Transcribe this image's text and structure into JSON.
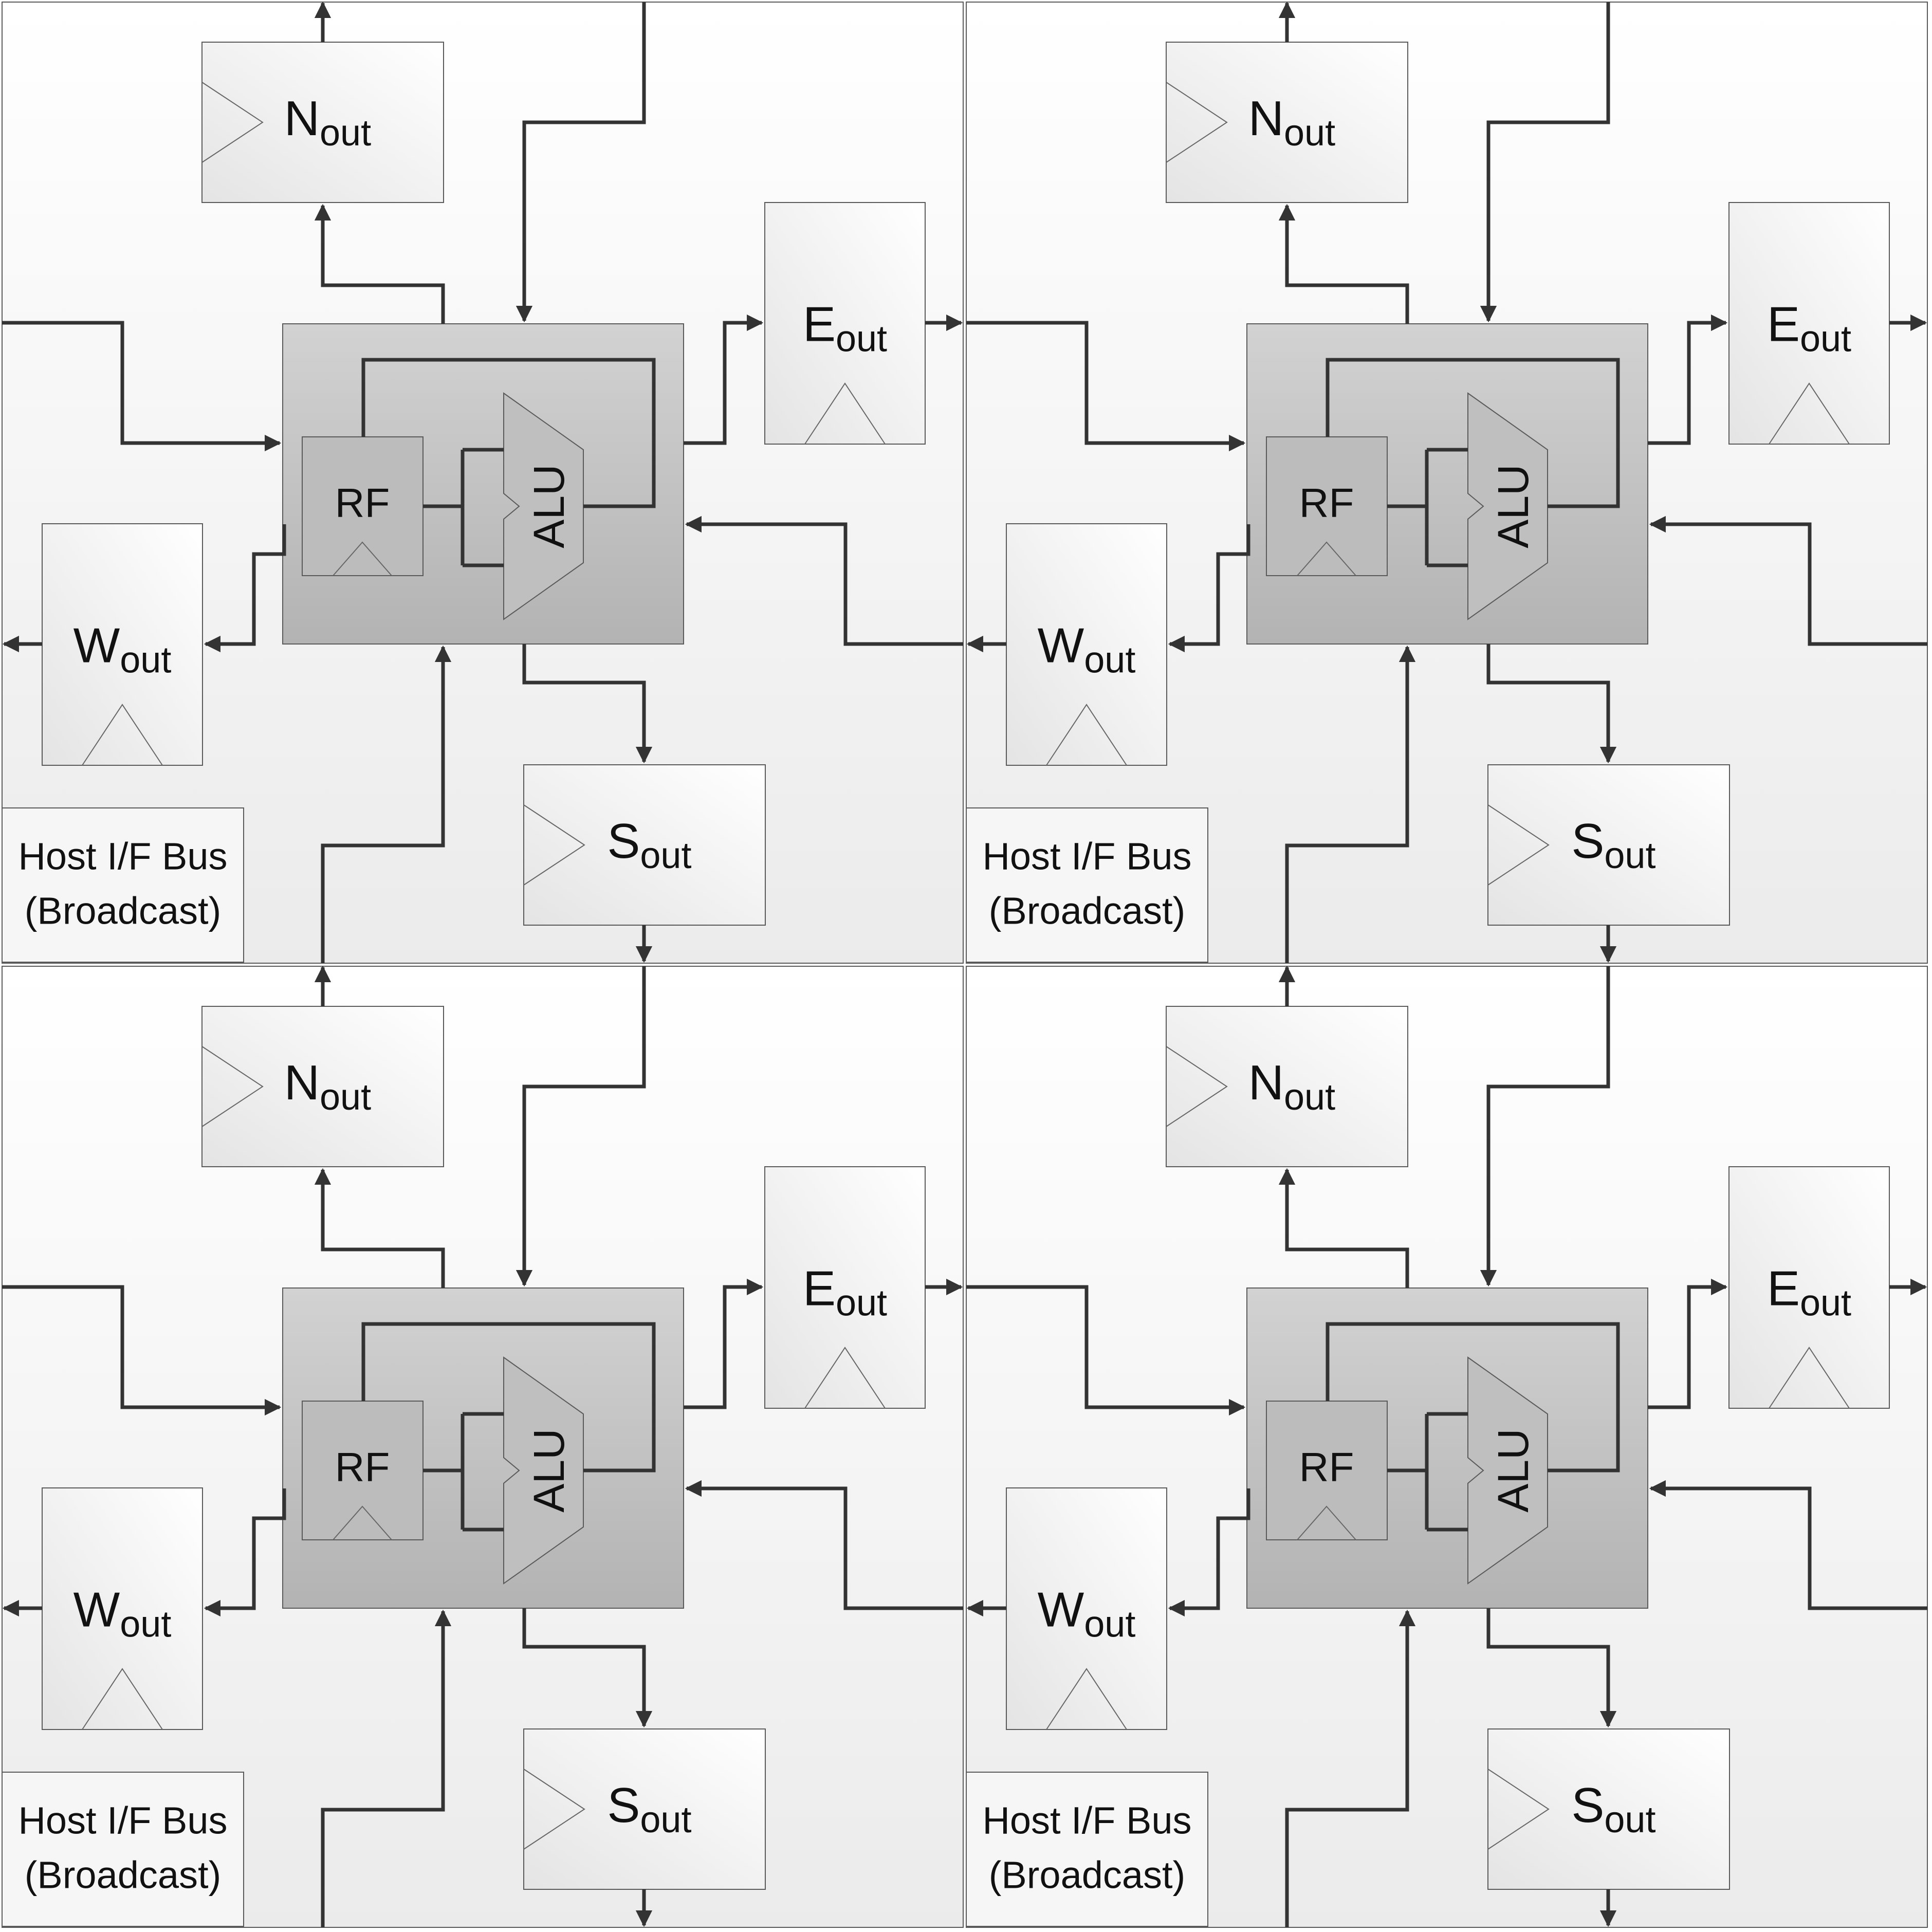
{
  "labels": {
    "n_main": "N",
    "n_sub": "out",
    "e_main": "E",
    "e_sub": "out",
    "w_main": "W",
    "w_sub": "out",
    "s_main": "S",
    "s_sub": "out",
    "rf": "RF",
    "alu": "ALU",
    "host_line1": "Host I/F Bus",
    "host_line2": "(Broadcast)"
  },
  "cells": [
    {
      "id": "top-left"
    },
    {
      "id": "top-right"
    },
    {
      "id": "bottom-left"
    },
    {
      "id": "bottom-right"
    }
  ],
  "colors": {
    "bus": "#333333",
    "core_top": "#d0d0d0",
    "core_bottom": "#b3b3b3",
    "register_light": "#fdfdfd",
    "register_dark": "#e6e6e6"
  }
}
